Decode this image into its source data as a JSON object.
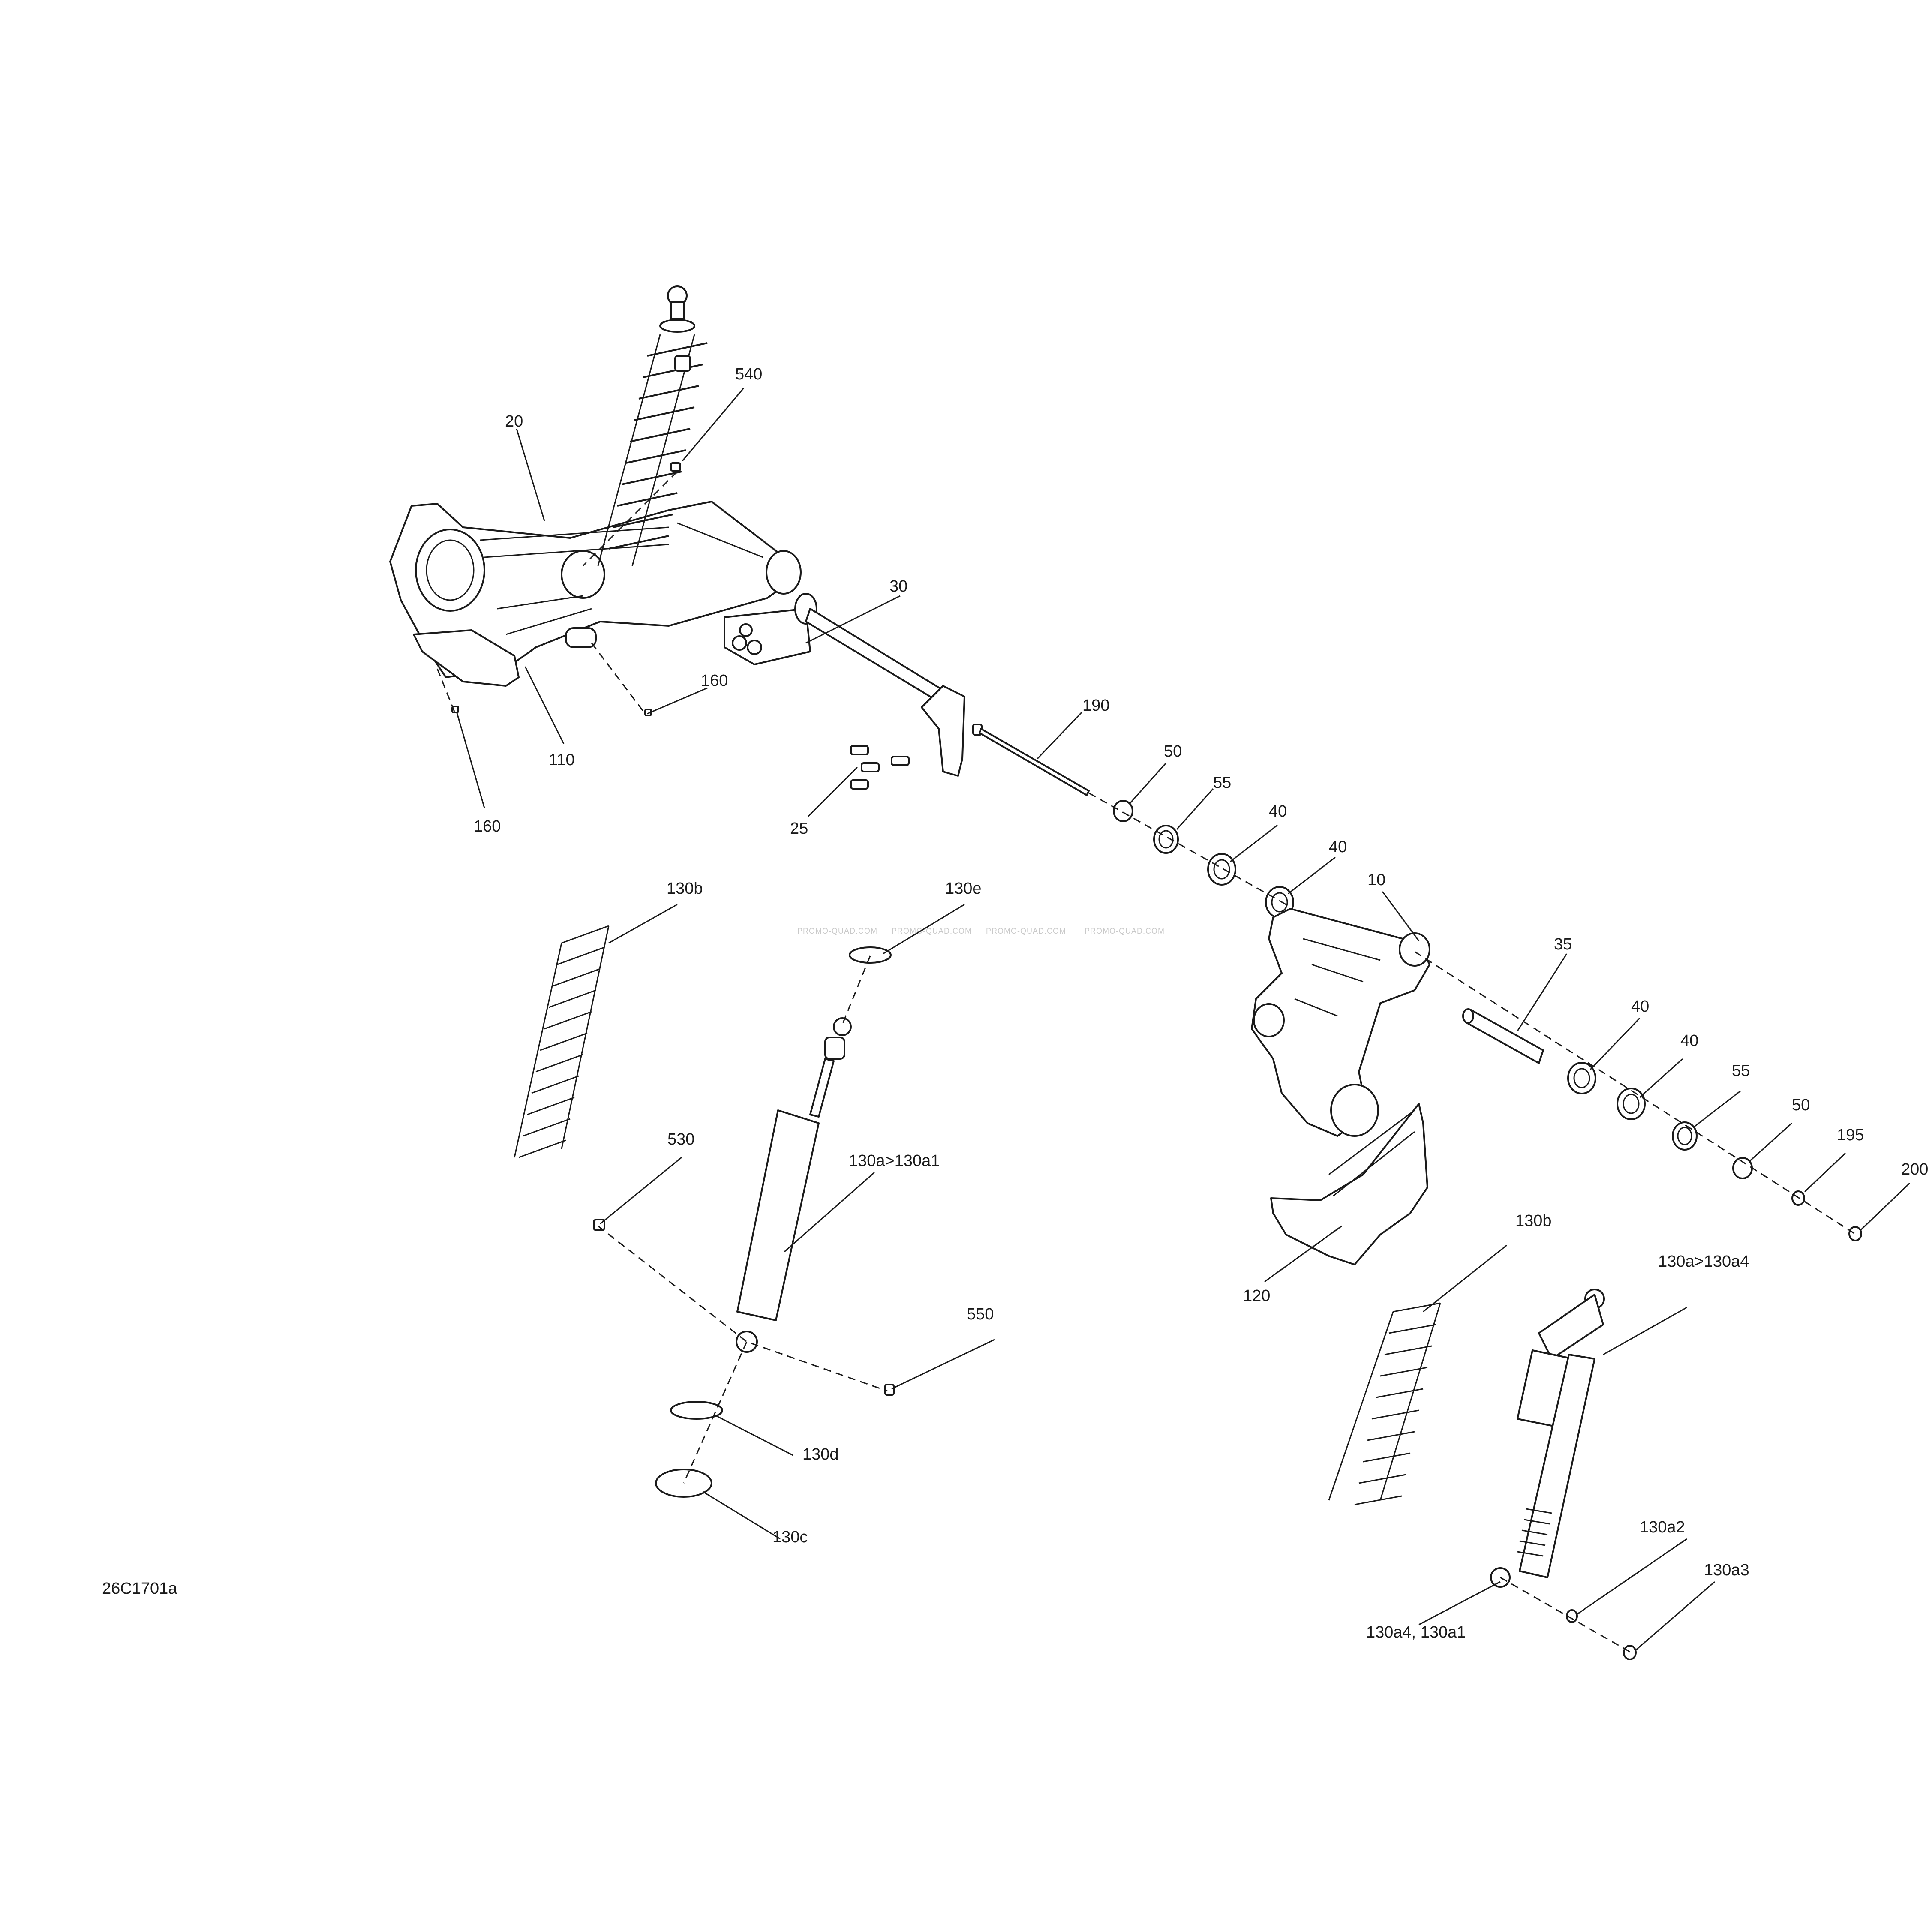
{
  "diagram_id": "26C1701a",
  "watermark": "PROMO-QUAD.COM",
  "callouts": {
    "c20": "20",
    "c540": "540",
    "c30": "30",
    "c160a": "160",
    "c110": "110",
    "c160b": "160",
    "c190": "190",
    "c25": "25",
    "c50a": "50",
    "c55a": "55",
    "c40a": "40",
    "c40b": "40",
    "c10": "10",
    "c130b_left": "130b",
    "c130e": "130e",
    "c35": "35",
    "c40c": "40",
    "c40d": "40",
    "c55b": "55",
    "c50b": "50",
    "c195": "195",
    "c200": "200",
    "c530": "530",
    "c130a_a1": "130a>130a1",
    "c130b_right": "130b",
    "c130a_a4": "130a>130a4",
    "c120": "120",
    "c550": "550",
    "c130d": "130d",
    "c130c": "130c",
    "c130a2": "130a2",
    "c130a3": "130a3",
    "c130a4_a1": "130a4, 130a1"
  }
}
